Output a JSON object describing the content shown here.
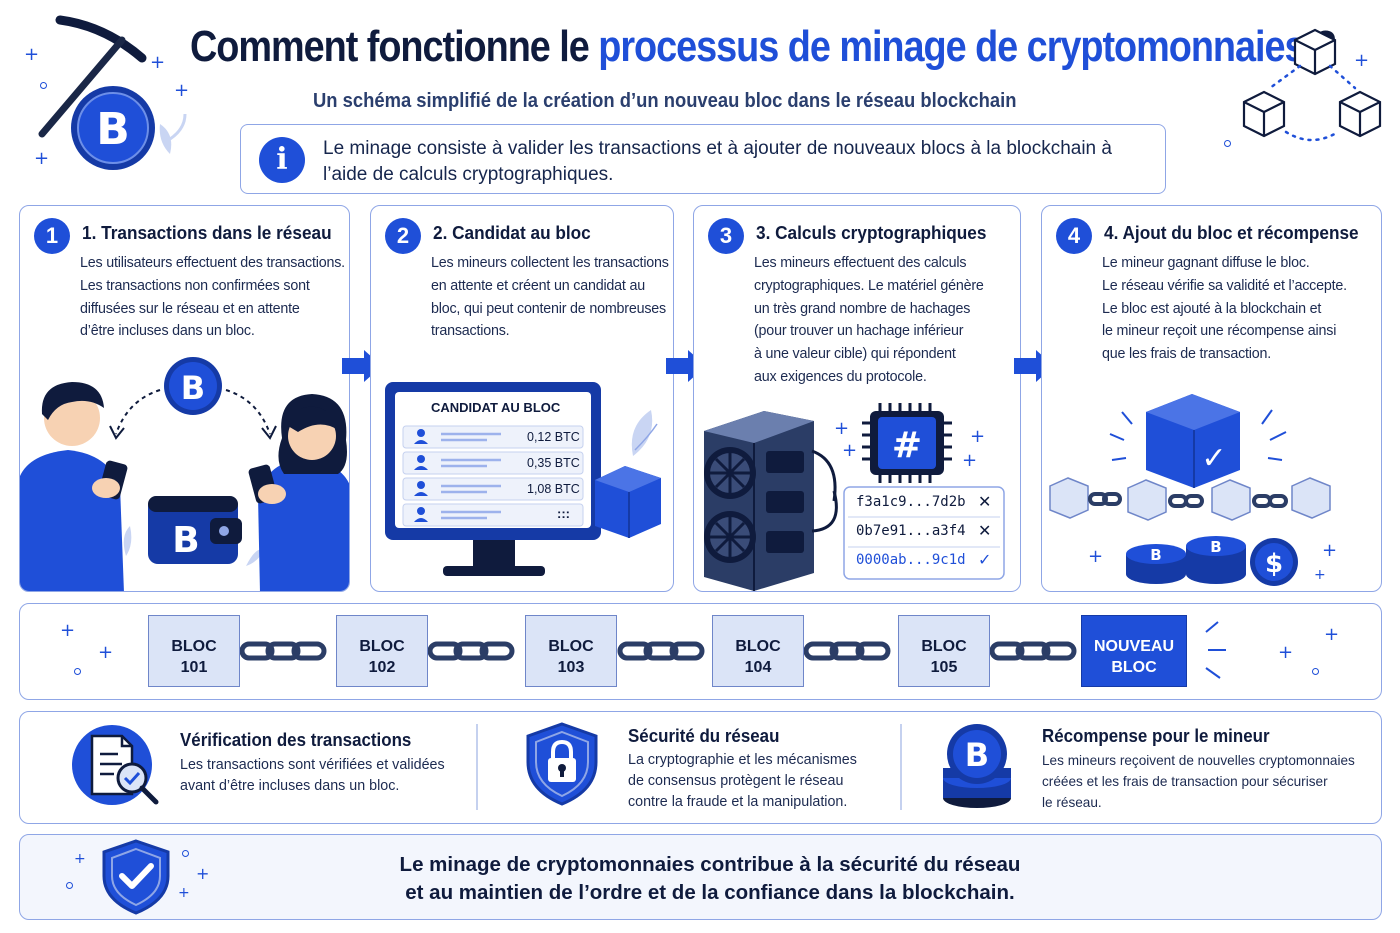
{
  "header": {
    "title_part1": "Comment fonctionne le ",
    "title_highlight": "processus de minage de cryptomonnaies",
    "title_part2": " ?",
    "subtitle": "Un schéma simplifié de la création d’un nouveau bloc dans le réseau blockchain",
    "info_icon": "i",
    "info_text": "Le minage consiste à valider les transactions et à ajouter de nouveaux blocs à la blockchain à l’aide de calculs cryptographiques."
  },
  "steps": [
    {
      "number": "1",
      "title": "1. Transactions dans le réseau",
      "lines": [
        "Les utilisateurs effectuent des transactions.",
        "Les transactions non confirmées sont",
        "diffusées sur le réseau et en attente",
        "d’être incluses dans un bloc."
      ]
    },
    {
      "number": "2",
      "title": "2. Candidat au bloc",
      "lines": [
        "Les mineurs collectent les transactions",
        "en attente et créent un candidat au",
        "bloc, qui peut contenir de nombreuses",
        "transactions."
      ],
      "screen_title": "CANDIDAT AU BLOC",
      "rows": [
        "0,12 BTC",
        "0,35 BTC",
        "1,08 BTC",
        ":::"
      ]
    },
    {
      "number": "3",
      "title": "3. Calculs cryptographiques",
      "lines": [
        "Les mineurs effectuent des calculs",
        "cryptographiques. Le matériel génère",
        "un très grand nombre de hachages",
        "(pour trouver un hachage inférieur",
        "à une valeur cible) qui répondent",
        "aux exigences du protocole."
      ],
      "chip_symbol": "#",
      "hashes": [
        {
          "value": "f3a1c9...7d2b",
          "mark": "✕"
        },
        {
          "value": "0b7e91...a3f4",
          "mark": "✕"
        },
        {
          "value": "0000ab...9c1d",
          "mark": "✓"
        }
      ]
    },
    {
      "number": "4",
      "title": "4. Ajout du bloc et récompense",
      "lines": [
        "Le mineur gagnant diffuse le bloc.",
        "Le réseau vérifie sa validité et l’accepte.",
        "Le bloc est ajouté à la blockchain et",
        "le mineur reçoit une récompense ainsi",
        "que les frais de transaction."
      ]
    }
  ],
  "chain": {
    "blocks": [
      {
        "line1": "BLOC",
        "line2": "101"
      },
      {
        "line1": "BLOC",
        "line2": "102"
      },
      {
        "line1": "BLOC",
        "line2": "103"
      },
      {
        "line1": "BLOC",
        "line2": "104"
      },
      {
        "line1": "BLOC",
        "line2": "105"
      }
    ],
    "new_block": {
      "line1": "NOUVEAU",
      "line2": "BLOC"
    }
  },
  "benefits": [
    {
      "title": "Vérification des transactions",
      "lines": [
        "Les transactions sont vérifiées et validées",
        "avant d’être incluses dans un bloc."
      ]
    },
    {
      "title": "Sécurité du réseau",
      "lines": [
        "La cryptographie et les mécanismes",
        "de consensus protègent le réseau",
        "contre la fraude et la manipulation."
      ]
    },
    {
      "title": "Récompense pour le mineur",
      "lines": [
        "Les mineurs reçoivent de nouvelles cryptomonnaies",
        "créées et les frais de transaction pour sécuriser",
        "le réseau."
      ]
    }
  ],
  "footer": {
    "line1": "Le minage de cryptomonnaies contribue à la sécurité du réseau",
    "line2": "et au maintien de l’ordre et de la confiance dans la blockchain."
  },
  "symbols": {
    "bitcoin": "B",
    "dollar": "$",
    "check": "✓"
  },
  "colors": {
    "accent": "#1f4fd8",
    "dark": "#0f1b3d",
    "border": "#8fa6e6",
    "light_block": "#dbe4f7"
  }
}
